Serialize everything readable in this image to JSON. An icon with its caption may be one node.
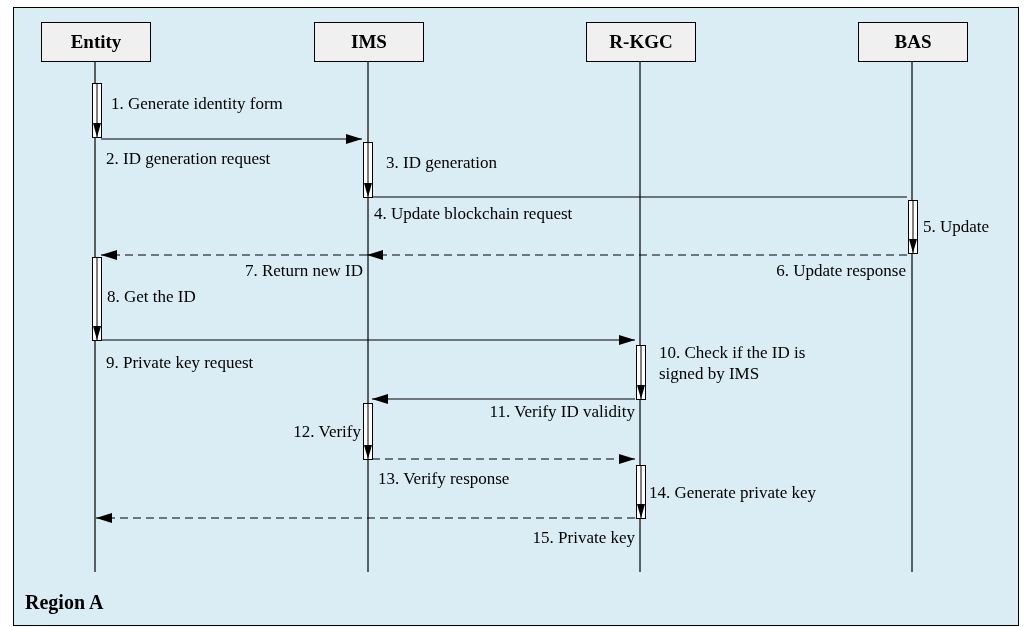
{
  "diagram": {
    "nodes": [
      {
        "text": [
          "Region A"
        ]
      },
      {
        "text": [
          "Entity"
        ],
        "in": 0
      },
      {
        "text": [
          "IMS"
        ],
        "in": 0
      },
      {
        "text": [
          "R-KGC"
        ],
        "in": 0
      },
      {
        "text": [
          "BAS"
        ],
        "in": 0
      },
      {
        "text": [],
        "shape": "bar",
        "in": 0,
        "beside": [
          "1. Generate identity form"
        ]
      },
      {
        "text": [],
        "shape": "bar",
        "in": 0,
        "beside": [
          "3. ID generation"
        ]
      },
      {
        "text": [],
        "shape": "bar",
        "in": 0,
        "beside": [
          "5. Update"
        ]
      },
      {
        "text": [],
        "shape": "bar",
        "in": 0,
        "beside": [
          "8. Get the ID"
        ]
      },
      {
        "text": [],
        "shape": "bar",
        "in": 0,
        "beside": [
          "10. Check if the ID is signed by IMS"
        ]
      },
      {
        "text": [],
        "shape": "bar",
        "in": 0,
        "beside": [
          "12. Verify"
        ]
      },
      {
        "text": [],
        "shape": "bar",
        "in": 0,
        "beside": [
          "14. Generate private key"
        ]
      }
    ],
    "edges": [
      {
        "from": 5,
        "to": 6,
        "arrow": "to",
        "label": "2. ID generation request"
      },
      {
        "from": 6,
        "to": 7,
        "arrow": "none",
        "label": "4. Update blockchain request"
      },
      {
        "from": 7,
        "to": null,
        "arrow": "to",
        "style": "dashed",
        "label": "6. Update response"
      },
      {
        "from": null,
        "to": 8,
        "arrow": "to",
        "style": "dashed",
        "label": "7. Return new ID"
      },
      {
        "from": 8,
        "to": 9,
        "arrow": "to",
        "label": "9. Private key request"
      },
      {
        "from": 9,
        "to": 10,
        "arrow": "to",
        "label": "11. Verify ID validity"
      },
      {
        "from": 10,
        "to": 11,
        "arrow": "to",
        "style": "dashed",
        "label": "13. Verify response"
      },
      {
        "from": 11,
        "to": null,
        "arrow": "to",
        "style": "dashed",
        "label": "15. Private key"
      }
    ]
  }
}
